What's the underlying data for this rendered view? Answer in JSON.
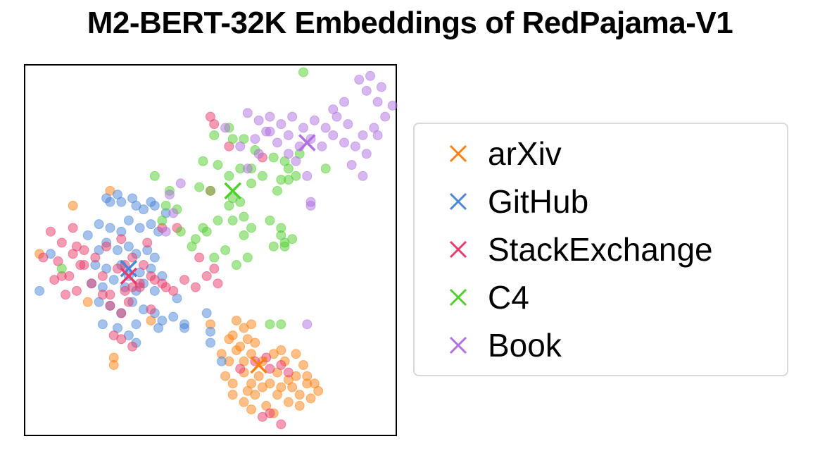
{
  "chart_data": {
    "type": "scatter",
    "title": "M2-BERT-32K Embeddings of RedPajama-V1",
    "xlabel": "",
    "ylabel": "",
    "xlim": [
      0,
      10
    ],
    "ylim": [
      0,
      10
    ],
    "ticks": false,
    "grid": false,
    "legend_position": "right",
    "series": [
      {
        "name": "arXiv",
        "color": "#ff7f0e",
        "centroid": [
          6.3,
          1.9
        ],
        "points": [
          [
            5.3,
            2.2
          ],
          [
            5.5,
            2.0
          ],
          [
            5.7,
            2.3
          ],
          [
            5.9,
            2.0
          ],
          [
            6.1,
            2.2
          ],
          [
            6.4,
            2.0
          ],
          [
            6.7,
            2.2
          ],
          [
            7.0,
            2.0
          ],
          [
            7.3,
            2.2
          ],
          [
            7.5,
            1.9
          ],
          [
            5.4,
            1.6
          ],
          [
            5.6,
            1.4
          ],
          [
            5.9,
            1.7
          ],
          [
            6.1,
            1.4
          ],
          [
            6.3,
            1.6
          ],
          [
            6.6,
            1.4
          ],
          [
            6.8,
            1.7
          ],
          [
            7.1,
            1.5
          ],
          [
            7.3,
            1.6
          ],
          [
            7.6,
            1.4
          ],
          [
            5.6,
            1.1
          ],
          [
            5.9,
            0.9
          ],
          [
            6.2,
            1.1
          ],
          [
            6.5,
            0.8
          ],
          [
            6.8,
            1.1
          ],
          [
            7.1,
            0.9
          ],
          [
            7.4,
            1.1
          ],
          [
            7.7,
            1.0
          ],
          [
            7.9,
            1.2
          ],
          [
            6.0,
            1.2
          ],
          [
            6.4,
            1.3
          ],
          [
            6.9,
            1.3
          ],
          [
            7.2,
            1.3
          ],
          [
            6.1,
            0.7
          ],
          [
            6.7,
            0.6
          ],
          [
            7.4,
            0.8
          ],
          [
            5.8,
            2.4
          ],
          [
            6.9,
            2.3
          ],
          [
            7.6,
            1.6
          ],
          [
            7.8,
            1.4
          ],
          [
            5.5,
            2.6
          ],
          [
            6.2,
            2.5
          ],
          [
            5.7,
            3.1
          ],
          [
            6.1,
            3.0
          ],
          [
            5.9,
            2.9
          ],
          [
            1.3,
            6.2
          ],
          [
            0.4,
            4.9
          ],
          [
            2.3,
            6.6
          ],
          [
            5.0,
            3.0
          ],
          [
            3.4,
            3.1
          ],
          [
            1.7,
            3.6
          ],
          [
            2.4,
            2.1
          ],
          [
            2.4,
            1.9
          ],
          [
            5.6,
            2.7
          ],
          [
            6.0,
            2.6
          ]
        ]
      },
      {
        "name": "GitHub",
        "color": "#4a85d8",
        "centroid": [
          2.8,
          4.5
        ],
        "points": [
          [
            2.2,
            6.4
          ],
          [
            2.3,
            6.3
          ],
          [
            2.5,
            6.5
          ],
          [
            2.6,
            6.3
          ],
          [
            2.9,
            6.4
          ],
          [
            3.0,
            6.2
          ],
          [
            3.2,
            6.1
          ],
          [
            3.4,
            6.3
          ],
          [
            3.5,
            6.2
          ],
          [
            3.8,
            6.0
          ],
          [
            2.0,
            5.7
          ],
          [
            2.3,
            5.6
          ],
          [
            2.6,
            5.5
          ],
          [
            2.8,
            5.8
          ],
          [
            3.1,
            5.6
          ],
          [
            3.4,
            5.7
          ],
          [
            3.6,
            5.5
          ],
          [
            2.0,
            5.0
          ],
          [
            2.2,
            5.2
          ],
          [
            2.5,
            5.0
          ],
          [
            2.8,
            5.1
          ],
          [
            3.0,
            4.9
          ],
          [
            3.3,
            5.0
          ],
          [
            3.5,
            4.8
          ],
          [
            1.9,
            4.6
          ],
          [
            2.2,
            4.5
          ],
          [
            2.6,
            4.6
          ],
          [
            2.8,
            4.3
          ],
          [
            3.1,
            4.4
          ],
          [
            3.4,
            4.5
          ],
          [
            3.7,
            4.3
          ],
          [
            1.8,
            4.1
          ],
          [
            2.1,
            4.0
          ],
          [
            2.4,
            4.2
          ],
          [
            2.7,
            4.0
          ],
          [
            3.0,
            3.9
          ],
          [
            3.2,
            4.1
          ],
          [
            3.5,
            3.9
          ],
          [
            2.0,
            3.6
          ],
          [
            2.3,
            3.5
          ],
          [
            2.6,
            3.3
          ],
          [
            2.9,
            3.6
          ],
          [
            3.2,
            3.4
          ],
          [
            3.5,
            3.3
          ],
          [
            2.5,
            2.9
          ],
          [
            2.8,
            2.7
          ],
          [
            2.1,
            3.0
          ],
          [
            3.0,
            3.0
          ],
          [
            0.4,
            3.9
          ],
          [
            0.7,
            4.9
          ],
          [
            4.3,
            3.0
          ],
          [
            4.3,
            2.9
          ],
          [
            5.0,
            2.5
          ],
          [
            4.1,
            3.7
          ],
          [
            5.3,
            2.0
          ],
          [
            3.6,
            2.9
          ],
          [
            3.7,
            3.1
          ],
          [
            1.7,
            5.4
          ],
          [
            4.0,
            3.2
          ],
          [
            5.0,
            2.8
          ],
          [
            4.9,
            3.3
          ],
          [
            3.0,
            2.5
          ]
        ]
      },
      {
        "name": "StackExchange",
        "color": "#e8396a",
        "centroid": [
          2.8,
          4.3
        ],
        "points": [
          [
            0.7,
            5.5
          ],
          [
            1.0,
            5.2
          ],
          [
            1.3,
            5.6
          ],
          [
            1.6,
            5.0
          ],
          [
            0.9,
            4.7
          ],
          [
            1.2,
            4.3
          ],
          [
            1.5,
            4.6
          ],
          [
            1.8,
            4.1
          ],
          [
            0.5,
            4.8
          ],
          [
            0.8,
            4.2
          ],
          [
            1.1,
            3.8
          ],
          [
            1.4,
            3.9
          ],
          [
            2.1,
            3.8
          ],
          [
            2.3,
            3.5
          ],
          [
            2.6,
            3.3
          ],
          [
            2.8,
            3.6
          ],
          [
            3.1,
            4.0
          ],
          [
            3.4,
            4.3
          ],
          [
            3.7,
            4.1
          ],
          [
            4.0,
            3.9
          ],
          [
            4.3,
            4.2
          ],
          [
            4.6,
            4.0
          ],
          [
            4.9,
            4.3
          ],
          [
            5.2,
            4.1
          ],
          [
            2.4,
            2.7
          ],
          [
            2.6,
            2.6
          ],
          [
            2.9,
            2.4
          ],
          [
            3.4,
            3.4
          ],
          [
            2.2,
            5.1
          ],
          [
            2.6,
            5.3
          ],
          [
            3.3,
            5.2
          ],
          [
            3.7,
            5.6
          ],
          [
            4.1,
            5.6
          ],
          [
            4.7,
            4.8
          ],
          [
            5.1,
            4.5
          ],
          [
            1.3,
            4.9
          ],
          [
            1.6,
            4.6
          ],
          [
            1.0,
            4.3
          ],
          [
            1.9,
            4.8
          ],
          [
            2.1,
            4.3
          ],
          [
            2.5,
            4.5
          ],
          [
            2.9,
            4.8
          ],
          [
            3.2,
            4.6
          ],
          [
            3.5,
            4.2
          ],
          [
            2.3,
            3.8
          ],
          [
            2.7,
            3.9
          ],
          [
            5.0,
            8.6
          ],
          [
            5.1,
            8.4
          ],
          [
            5.5,
            7.8
          ],
          [
            6.4,
            7.5
          ],
          [
            5.0,
            6.6
          ],
          [
            6.5,
            2.1
          ],
          [
            6.9,
            1.9
          ],
          [
            6.2,
            2.0
          ],
          [
            7.1,
            1.7
          ],
          [
            6.9,
            0.3
          ],
          [
            6.4,
            0.5
          ],
          [
            6.6,
            0.6
          ],
          [
            6.6,
            1.8
          ],
          [
            5.8,
            1.8
          ],
          [
            1.4,
            5.1
          ],
          [
            3.8,
            4.0
          ],
          [
            2.7,
            4.6
          ],
          [
            2.9,
            4.0
          ],
          [
            3.1,
            4.1
          ]
        ]
      },
      {
        "name": "C4",
        "color": "#4fce2c",
        "centroid": [
          5.6,
          6.6
        ],
        "points": [
          [
            7.5,
            9.8
          ],
          [
            5.1,
            8.1
          ],
          [
            5.5,
            8.3
          ],
          [
            5.9,
            8.0
          ],
          [
            6.2,
            7.7
          ],
          [
            6.7,
            7.5
          ],
          [
            7.0,
            7.4
          ],
          [
            7.4,
            7.6
          ],
          [
            4.8,
            7.4
          ],
          [
            5.2,
            7.3
          ],
          [
            5.5,
            7.0
          ],
          [
            5.8,
            7.2
          ],
          [
            6.1,
            6.8
          ],
          [
            6.4,
            7.0
          ],
          [
            6.8,
            6.6
          ],
          [
            7.1,
            6.9
          ],
          [
            7.3,
            7.0
          ],
          [
            8.1,
            7.2
          ],
          [
            3.5,
            7.0
          ],
          [
            3.9,
            6.6
          ],
          [
            4.1,
            6.1
          ],
          [
            3.7,
            5.8
          ],
          [
            4.2,
            5.5
          ],
          [
            4.6,
            5.3
          ],
          [
            4.8,
            5.6
          ],
          [
            5.2,
            5.8
          ],
          [
            5.5,
            6.2
          ],
          [
            5.6,
            5.8
          ],
          [
            5.9,
            5.9
          ],
          [
            5.8,
            6.3
          ],
          [
            6.1,
            5.6
          ],
          [
            6.6,
            5.8
          ],
          [
            6.9,
            5.4
          ],
          [
            7.0,
            5.1
          ],
          [
            5.1,
            4.8
          ],
          [
            5.4,
            5.0
          ],
          [
            5.7,
            4.6
          ],
          [
            6.0,
            4.8
          ],
          [
            6.6,
            3.0
          ],
          [
            6.9,
            3.0
          ],
          [
            5.0,
            6.6
          ],
          [
            5.6,
            6.4
          ],
          [
            5.9,
            5.4
          ],
          [
            6.9,
            5.6
          ],
          [
            7.0,
            5.2
          ],
          [
            4.9,
            5.5
          ],
          [
            4.5,
            5.1
          ],
          [
            3.8,
            6.2
          ],
          [
            4.7,
            6.7
          ],
          [
            1.0,
            4.5
          ],
          [
            6.1,
            7.2
          ],
          [
            5.6,
            8.0
          ],
          [
            6.9,
            6.9
          ],
          [
            7.1,
            7.2
          ],
          [
            6.7,
            5.1
          ],
          [
            7.2,
            5.3
          ]
        ]
      },
      {
        "name": "Book",
        "color": "#b070e0",
        "centroid": [
          7.6,
          7.9
        ],
        "points": [
          [
            6.0,
            8.7
          ],
          [
            6.3,
            8.5
          ],
          [
            6.6,
            8.6
          ],
          [
            6.9,
            8.4
          ],
          [
            7.2,
            8.6
          ],
          [
            7.5,
            8.3
          ],
          [
            7.8,
            8.5
          ],
          [
            8.1,
            8.3
          ],
          [
            8.4,
            8.6
          ],
          [
            8.7,
            8.4
          ],
          [
            6.2,
            8.0
          ],
          [
            6.5,
            8.2
          ],
          [
            6.8,
            7.9
          ],
          [
            7.1,
            8.1
          ],
          [
            7.4,
            7.8
          ],
          [
            7.7,
            8.0
          ],
          [
            8.0,
            7.8
          ],
          [
            8.3,
            8.1
          ],
          [
            8.6,
            7.9
          ],
          [
            8.9,
            7.8
          ],
          [
            9.1,
            8.1
          ],
          [
            9.4,
            8.3
          ],
          [
            9.7,
            8.6
          ],
          [
            9.9,
            8.9
          ],
          [
            9.5,
            9.0
          ],
          [
            9.2,
            9.3
          ],
          [
            9.6,
            9.4
          ],
          [
            9.0,
            9.6
          ],
          [
            9.3,
            9.7
          ],
          [
            9.5,
            8.1
          ],
          [
            9.2,
            7.6
          ],
          [
            8.8,
            7.3
          ],
          [
            9.1,
            7.0
          ],
          [
            8.3,
            8.8
          ],
          [
            8.6,
            9.0
          ],
          [
            6.0,
            7.2
          ],
          [
            5.8,
            7.8
          ],
          [
            6.3,
            7.6
          ],
          [
            7.3,
            7.4
          ],
          [
            7.6,
            7.0
          ],
          [
            7.7,
            6.2
          ],
          [
            7.7,
            6.3
          ],
          [
            3.9,
            6.5
          ],
          [
            4.2,
            6.8
          ],
          [
            4.0,
            6.0
          ],
          [
            3.8,
            5.5
          ],
          [
            7.6,
            3.0
          ],
          [
            5.4,
            8.3
          ],
          [
            7.1,
            7.6
          ],
          [
            6.6,
            8.2
          ]
        ]
      }
    ]
  }
}
